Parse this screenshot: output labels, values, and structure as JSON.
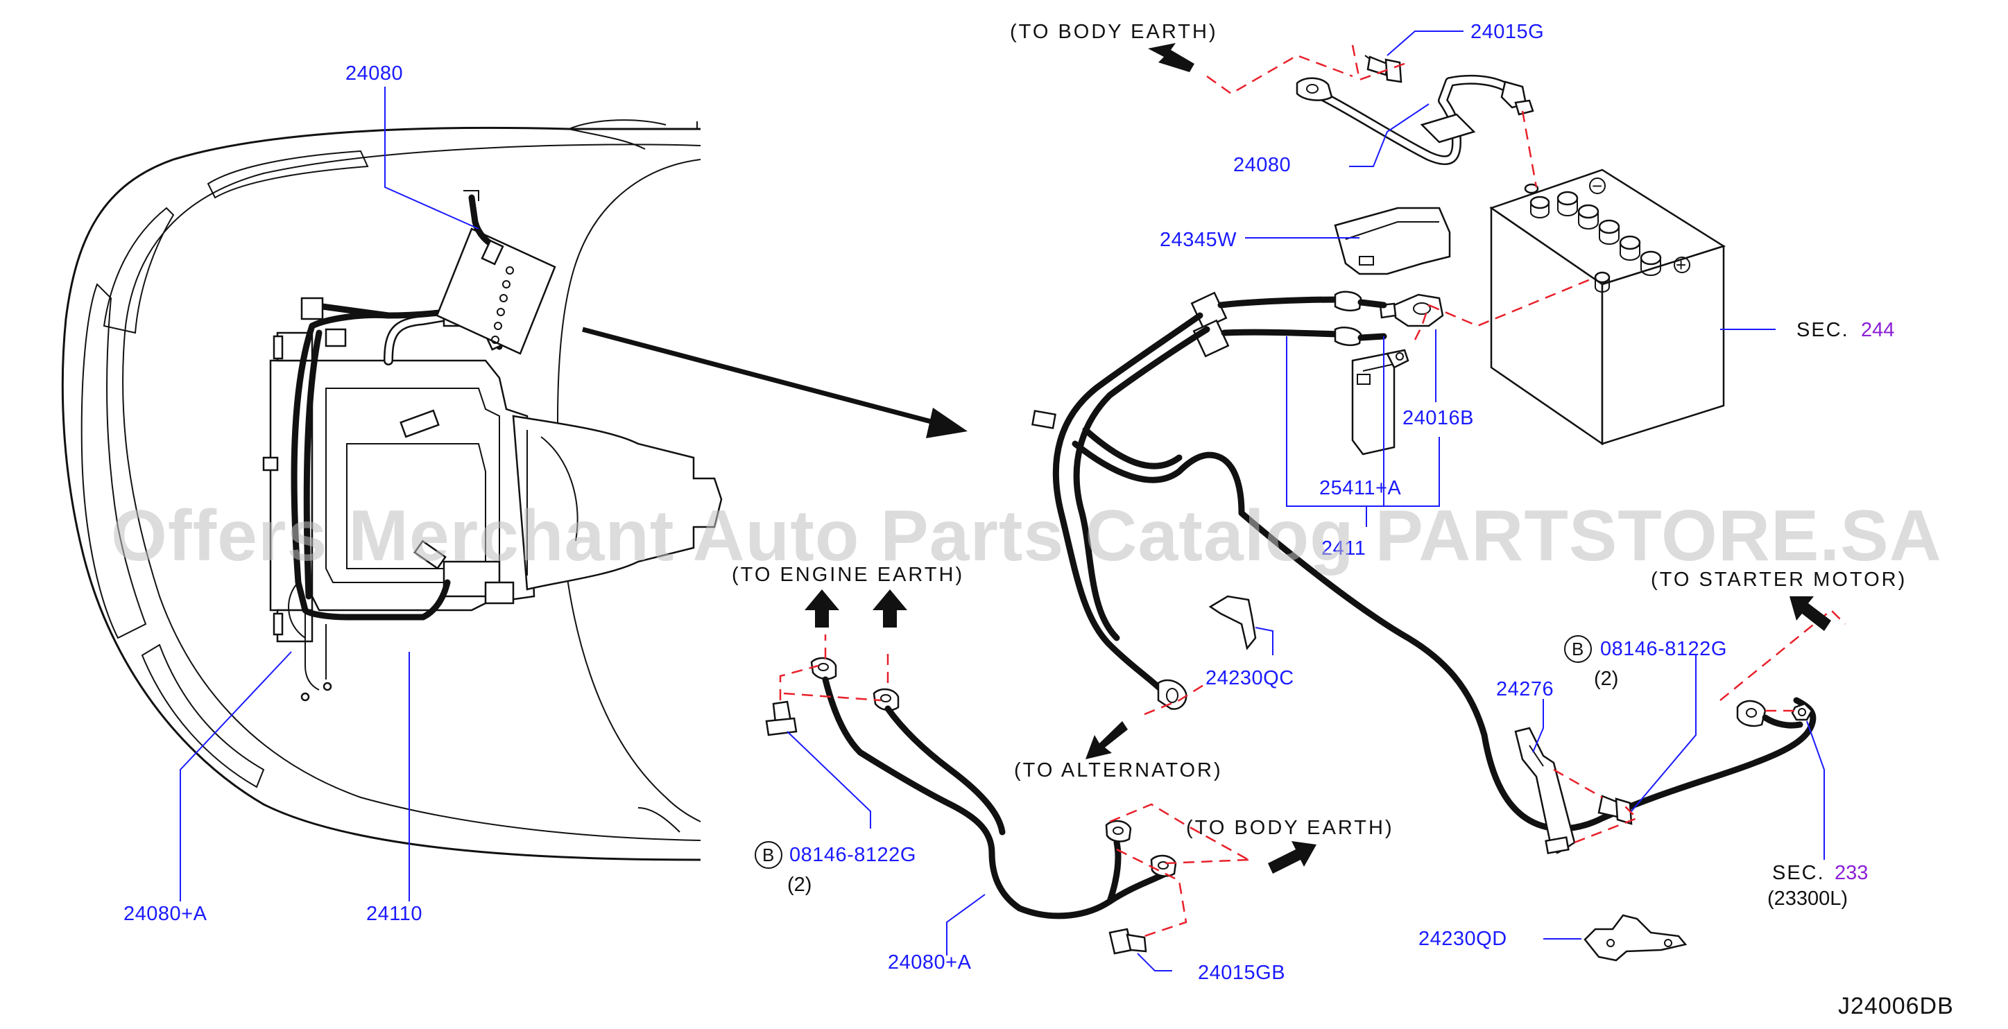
{
  "callouts": {
    "c24080_top_left": "24080",
    "c24080_right": "24080",
    "c24015G": "24015G",
    "c24345W": "24345W",
    "c24016B": "24016B",
    "c25411A": "25411+A",
    "c24110_partial": "2411",
    "c24230QC": "24230QC",
    "c24276": "24276",
    "c08146_right": "08146-8122G",
    "c08146_left": "08146-8122G",
    "c24080A_left": "24080+A",
    "c24080A_mid": "24080+A",
    "c24110": "24110",
    "c24015GB": "24015GB",
    "c24230QD": "24230QD"
  },
  "notes": {
    "to_body_earth_top": "(TO   BODY   EARTH)",
    "to_engine_earth": "(TO   ENGINE   EARTH)",
    "to_alternator": "(TO   ALTERNATOR)",
    "to_body_earth_bottom": "(TO   BODY    EARTH)",
    "to_starter_motor": "(TO   STARTER   MOTOR)"
  },
  "sections": {
    "sec244_label": "SEC.",
    "sec244_num": "244",
    "sec233_label": "SEC.",
    "sec233_num": "233",
    "sec233_sub": "(23300L)"
  },
  "circle_b": {
    "right": "B",
    "left": "B"
  },
  "quantities": {
    "right": "(2)",
    "left": "(2)"
  },
  "battery_marks": {
    "negative": "−",
    "positive": "+"
  },
  "diagram_code": "J24006DB",
  "watermark": "Offers Merchant Auto Parts Catalog PARTSTORE.SA",
  "colors": {
    "callout": "#1a1aff",
    "section_number": "#8b1fd6",
    "dashed_guide": "#e8202a",
    "line": "#111111",
    "watermark": "#bfbfbf"
  }
}
